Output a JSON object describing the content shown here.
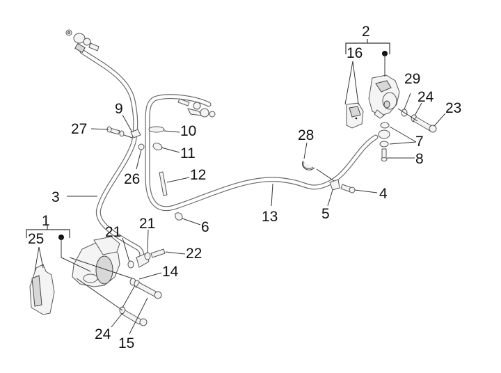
{
  "diagram": {
    "title": "",
    "kind": "exploded parts view",
    "subject": "brake system",
    "colors": {
      "line": "#555555",
      "label": "#111111",
      "background": "#ffffff"
    },
    "labels": {
      "l1": "1",
      "l2": "2",
      "l3": "3",
      "l4": "4",
      "l5": "5",
      "l6": "6",
      "l7": "7",
      "l8": "8",
      "l9": "9",
      "l10": "10",
      "l11": "11",
      "l12": "12",
      "l13": "13",
      "l14": "14",
      "l15": "15",
      "l16": "16",
      "l21a": "21",
      "l21b": "21",
      "l22": "22",
      "l23": "23",
      "l24a": "24",
      "l24b": "24",
      "l25": "25",
      "l26": "26",
      "l27": "27",
      "l28": "28",
      "l29": "29"
    },
    "groups": [
      {
        "label": "1",
        "contains": [
          "25",
          "caliper"
        ]
      },
      {
        "label": "2",
        "contains": [
          "16",
          "caliper"
        ]
      }
    ]
  }
}
